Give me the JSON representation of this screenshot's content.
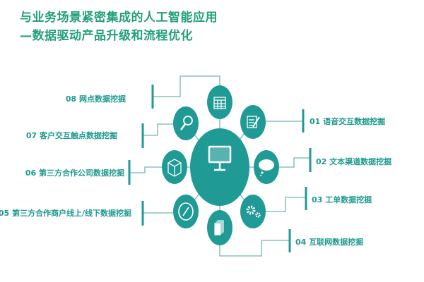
{
  "title": {
    "line1": "与业务场景紧密集成的人工智能应用",
    "line2": "—数据驱动产品升级和流程优化"
  },
  "colors": {
    "teal": "#1f9a94",
    "line": "#6db8b2",
    "title": "#23a07a"
  },
  "center": {
    "icon": "monitor-icon"
  },
  "items": [
    {
      "label": "01 语音交互数据挖掘",
      "icon": "notepad-pen-icon"
    },
    {
      "label": "02 文本渠道数据挖掘",
      "icon": "speech-bubble-icon"
    },
    {
      "label": "03 工单数据挖掘",
      "icon": "gears-icon"
    },
    {
      "label": "04 互联网数据挖掘",
      "icon": "documents-icon"
    },
    {
      "label": "05 第三方合作商户线上/线下数据挖掘",
      "icon": "compass-icon"
    },
    {
      "label": "06 第三方合作公司数据挖掘",
      "icon": "cube-icon"
    },
    {
      "label": "07 客户交互触点数据挖掘",
      "icon": "magnifier-icon"
    },
    {
      "label": "08 网点数据挖掘",
      "icon": "calendar-icon"
    }
  ]
}
